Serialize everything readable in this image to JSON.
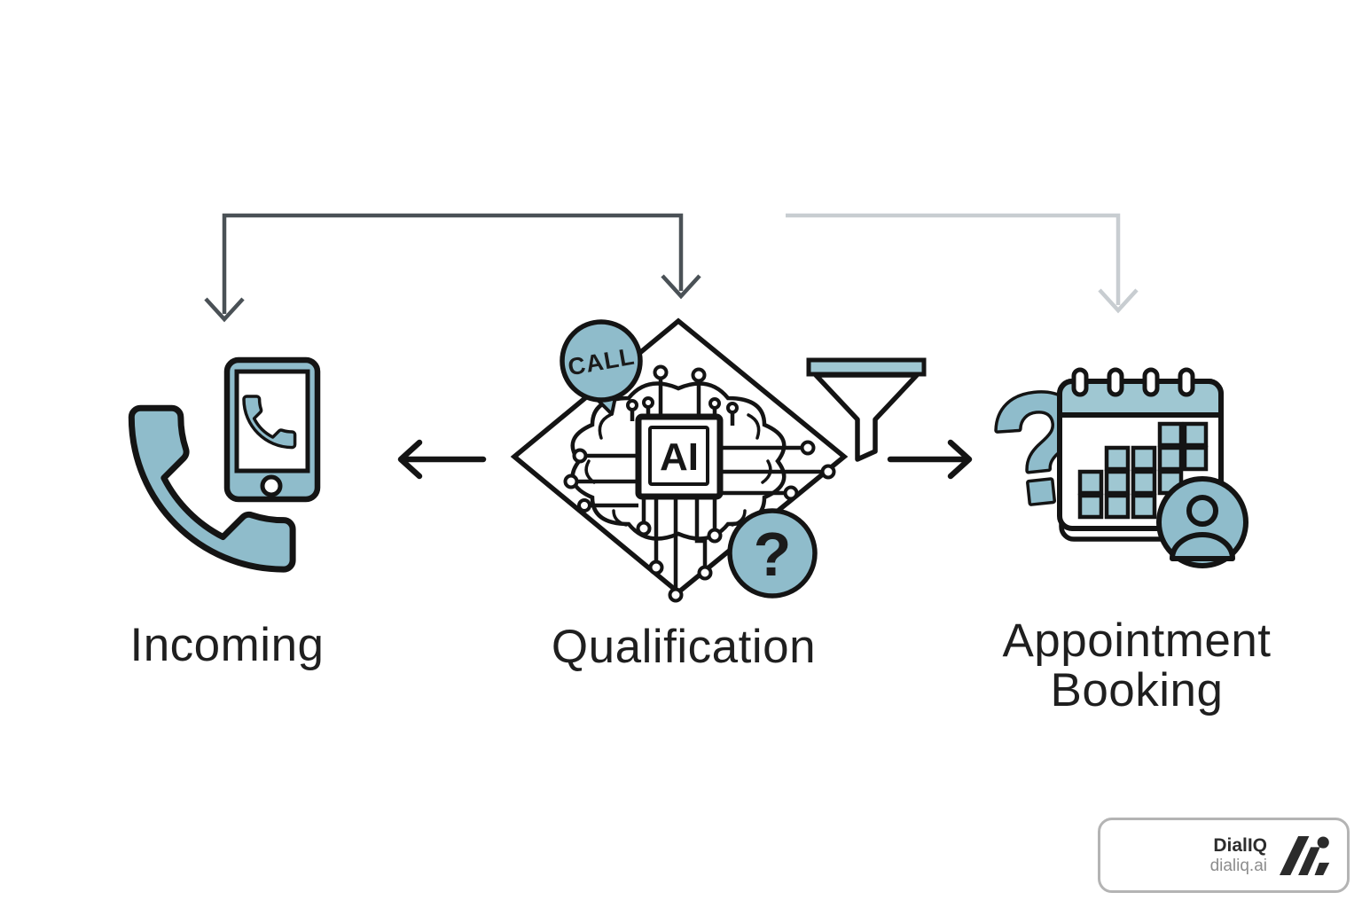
{
  "flow": {
    "steps": [
      {
        "id": "incoming",
        "label": "Incoming",
        "icon": "phone-call-icon"
      },
      {
        "id": "qualification",
        "label": "Qualification",
        "icon": "ai-brain-chip-icon",
        "chip_text": "AI",
        "call_badge_text": "CALL",
        "question_badge_text": "?"
      },
      {
        "id": "appointment-booking",
        "label_line1": "Appointment",
        "label_line2": "Booking",
        "icon": "calendar-booking-icon"
      }
    ],
    "connectors": [
      {
        "id": "top-elbow-dark",
        "description": "elbow connector with down arrows into Incoming and Qualification",
        "color": "#4A5156"
      },
      {
        "id": "top-elbow-light",
        "description": "elbow connector with down arrow into Appointment Booking",
        "color": "#C8CDD1"
      },
      {
        "id": "qualification-to-incoming",
        "description": "left arrow",
        "color": "#141414"
      },
      {
        "id": "qualification-to-appointment",
        "description": "right arrow beside funnel",
        "color": "#141414"
      }
    ]
  },
  "watermark": {
    "name": "DialIQ",
    "domain": "dialiq.ai"
  },
  "colors": {
    "accent": "#8FBCCB",
    "accent_light": "#9FC7D2",
    "ink": "#141414",
    "label_text": "#1F1F1F",
    "connector_dark": "#4A5156",
    "connector_light": "#C8CDD1",
    "watermark_border": "#B4B4B4",
    "watermark_name": "#2D2D2D",
    "watermark_domain": "#8D8D8D"
  }
}
